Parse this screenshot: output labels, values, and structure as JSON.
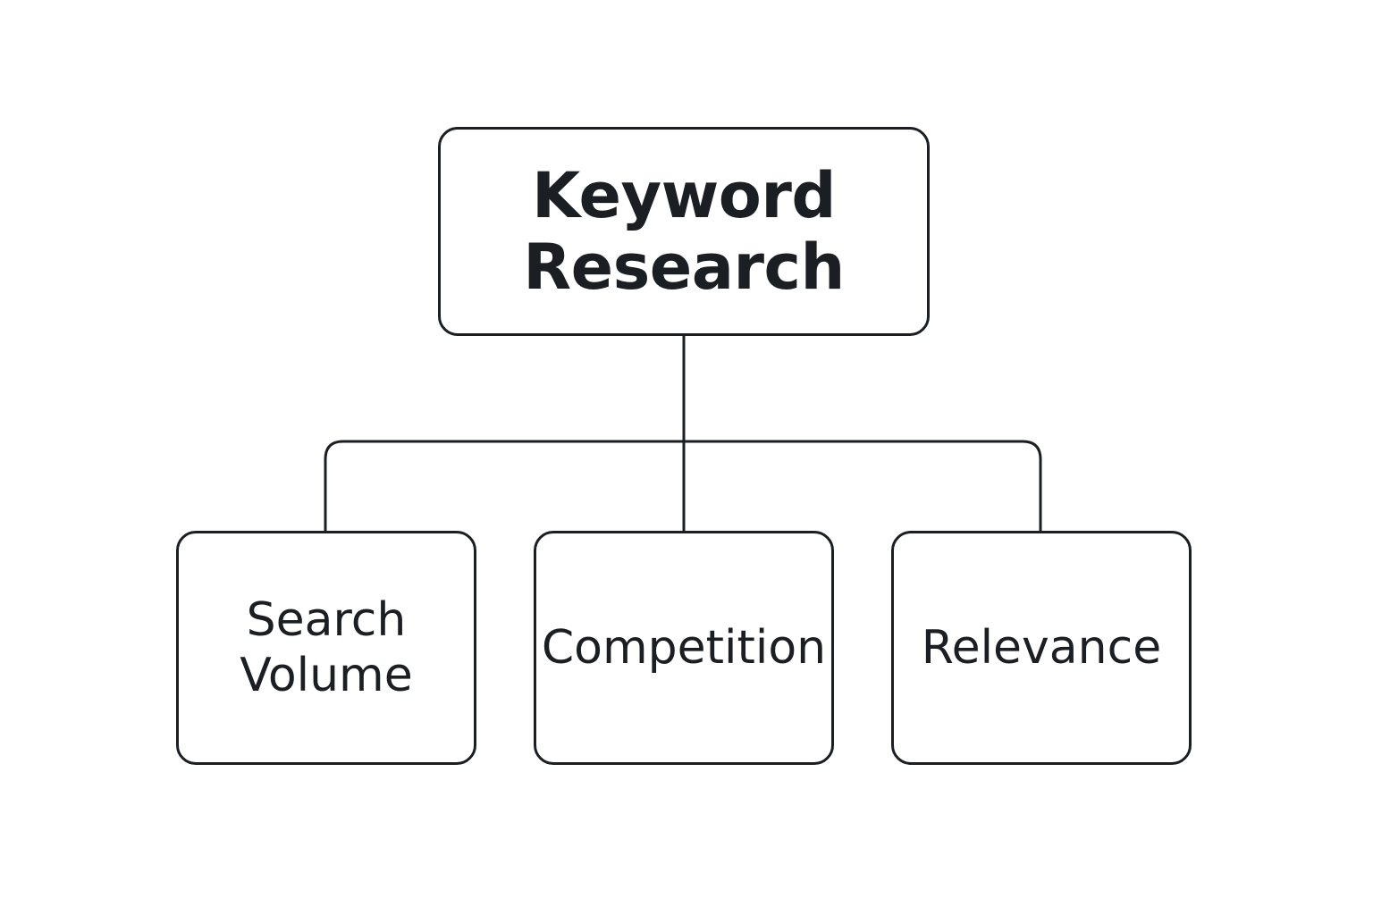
{
  "diagram": {
    "root": {
      "label": "Keyword\nResearch"
    },
    "children": [
      {
        "label": "Search\nVolume"
      },
      {
        "label": "Competition"
      },
      {
        "label": "Relevance"
      }
    ]
  },
  "colors": {
    "stroke": "#1b1f23",
    "background": "#ffffff",
    "text": "#1b1f23"
  }
}
